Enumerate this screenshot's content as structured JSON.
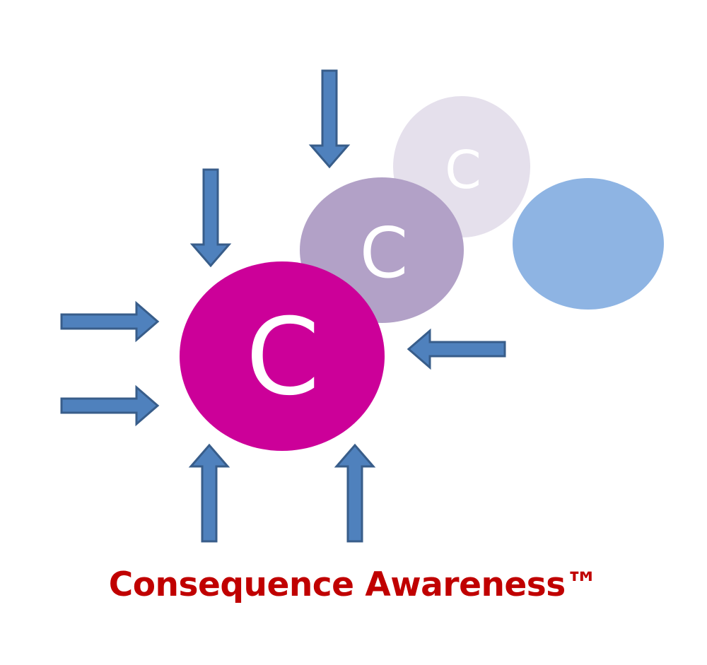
{
  "diagram": {
    "caption": "Consequence Awareness™",
    "circles": [
      {
        "name": "circle-faint",
        "letter": "C",
        "color": "#e5e0ec"
      },
      {
        "name": "circle-medium",
        "letter": "C",
        "color": "#b2a1c7"
      },
      {
        "name": "circle-main",
        "letter": "C",
        "color": "#cc0099"
      },
      {
        "name": "circle-blue",
        "letter": "",
        "color": "#8eb4e3"
      }
    ],
    "arrow_fill": "#4f81bd",
    "arrow_stroke": "#385d8a"
  }
}
